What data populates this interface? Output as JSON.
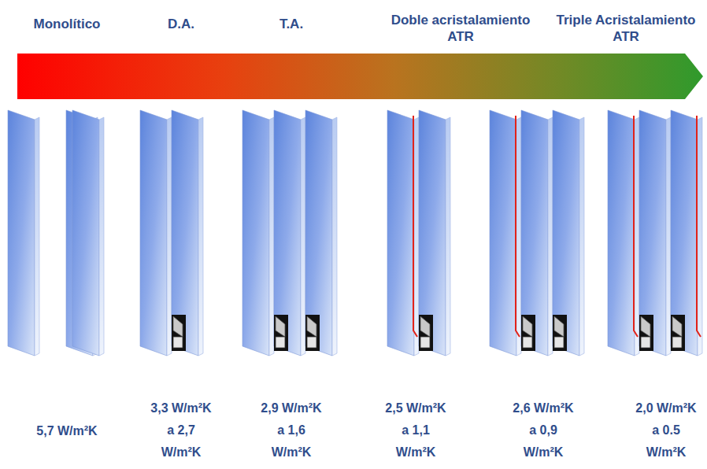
{
  "diagram": {
    "labels": [
      "Monolítico",
      "D.A.",
      "T.A.",
      "Doble acristalamiento ATR",
      "Triple Acristalamiento ATR",
      "5,7 W/m²K",
      "3,3 W/m²K a 2,7 W/m²K",
      "2,9 W/m²K a 1,6 W/m²K",
      "2,5 W/m²K a 1,1 W/m²K",
      "2,6 W/m²K a 0,9 W/m²K",
      "2,0 W/m²K a 0.5 W/m²K"
    ]
  }
}
